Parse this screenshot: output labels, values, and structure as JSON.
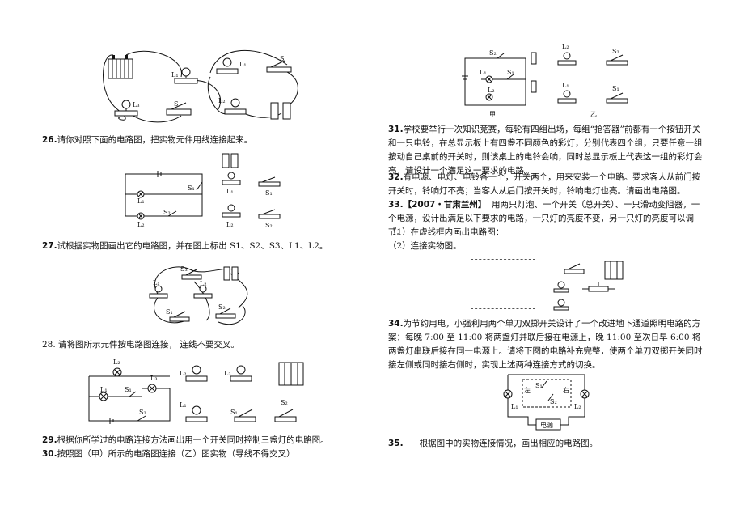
{
  "left": {
    "q26": {
      "num": "26.",
      "text": "请你对照下面的电路图，把实物元件用线连接起来。"
    },
    "q27": {
      "num": "27.",
      "text": "试根据实物图画出它的电路图，并在图上标出 S1、S2、S3、L1、L2。"
    },
    "q28": {
      "num": "28.",
      "text": "请将图所示元件按电路图连接， 连线不要交叉。"
    },
    "q29": {
      "num": "29.",
      "text": "根据你所学过的电路连接方法画出用一个开关同时控制三盏灯的电路图。"
    },
    "q30": {
      "num": "30.",
      "text": "按照图（甲）所示的电路图连接（乙）图实物（导线不得交叉）"
    },
    "fig_top": {
      "l1": "L₁",
      "l2": "L₂",
      "l3": "L₃",
      "s": "S"
    },
    "fig26": {
      "l1": "L₁",
      "l2": "L₂",
      "s1": "S₁",
      "s2": "S₂"
    },
    "fig27": {
      "s3": "S₃",
      "l2": "L₂",
      "l1": "L₁",
      "s1": "S₁",
      "s2": "S₂"
    },
    "fig28": {
      "l1": "L₁",
      "l2": "L₂",
      "l3": "L₃",
      "s1": "S₁",
      "s2": "S₂"
    }
  },
  "right": {
    "fig30": {
      "s2": "S₂",
      "s1": "S₁",
      "l1": "L₁",
      "l2": "L₂",
      "jia": "甲",
      "yi": "乙"
    },
    "q31": {
      "num": "31.",
      "text": "学校要举行一次知识竞赛，每轮有四组出场，每组“抢答器”前都有一个按钮开关和一只电铃，在总显示板上有四盏不同颜色的彩灯，分别代表四个组，只要任意一组按动自己桌前的开关时，则该桌上的电铃会响，同时总显示板上代表这一组的彩灯会亮，请设计一个满足这一要求的电路。"
    },
    "q32": {
      "num": "32.",
      "text": "有电源、电灯、电铃各一个，开关两个，用来安装一个电路。要求客人从前门按开关时，铃响灯不亮；当客人从后门按开关时，铃响电灯也亮。请画出电路图。"
    },
    "q33": {
      "num": "33.",
      "tag": "【2007・甘肃兰州】",
      "text": "用两只灯泡、一个开关（总开关）、一只滑动变阻器，一个电源，设计出满足以下要求的电路，一只灯的亮度不变，另一只灯的亮度可以调节。",
      "sub1": "（1）在虚线框内画出电路图：",
      "sub2": "（2）连接实物图。"
    },
    "q34": {
      "num": "34.",
      "text": "为节约用电，小强利用两个单刀双掷开关设计了一个改进地下通道照明电路的方案：每晚 7:00 至 11:00 将两盏灯并联后接在电源上，晚 11:00 至次日早 6:00 将两盏灯串联后接在同一电源上。请将下图的电路补充完整，使两个单刀双掷开关同时接左侧或同时接右侧时，实现上述两种连接方式的切换。"
    },
    "fig34": {
      "left": "左",
      "right": "右",
      "s1": "S₁",
      "s2": "S₂",
      "l1": "L₁",
      "l2": "L₂",
      "power": "电源"
    },
    "q35": {
      "num": "35.",
      "text": "根据图中的实物连接情况，画出相应的电路图。"
    }
  }
}
